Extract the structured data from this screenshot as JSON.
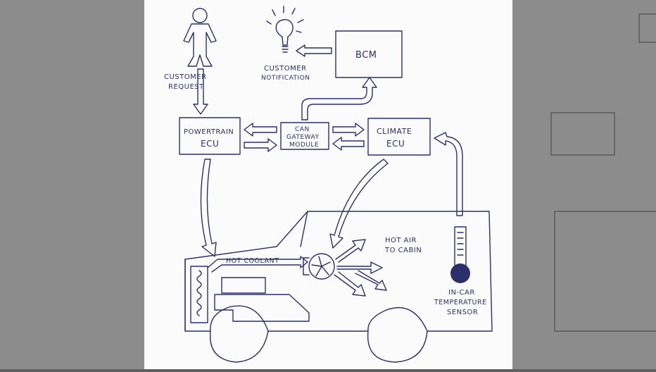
{
  "labels": {
    "customer_request": [
      "CUSTOMER",
      "REQUEST"
    ],
    "customer_notification": [
      "CUSTOMER",
      "NOTIFICATION"
    ],
    "bcm": "BCM",
    "powertrain_ecu": [
      "POWERTRAIN",
      "ECU"
    ],
    "can_gateway": [
      "CAN",
      "GATEWAY",
      "MODULE"
    ],
    "climate_ecu": [
      "CLIMATE",
      "ECU"
    ],
    "hot_coolant": "HOT COOLANT",
    "hot_air": [
      "HOT AIR",
      "TO CABIN"
    ],
    "temp_sensor": [
      "IN-CAR",
      "TEMPERATURE",
      "SENSOR"
    ]
  },
  "colors": {
    "ink": "#2b2f6b",
    "paper": "#fbfbfb",
    "backdrop": "#8c8c8c"
  }
}
